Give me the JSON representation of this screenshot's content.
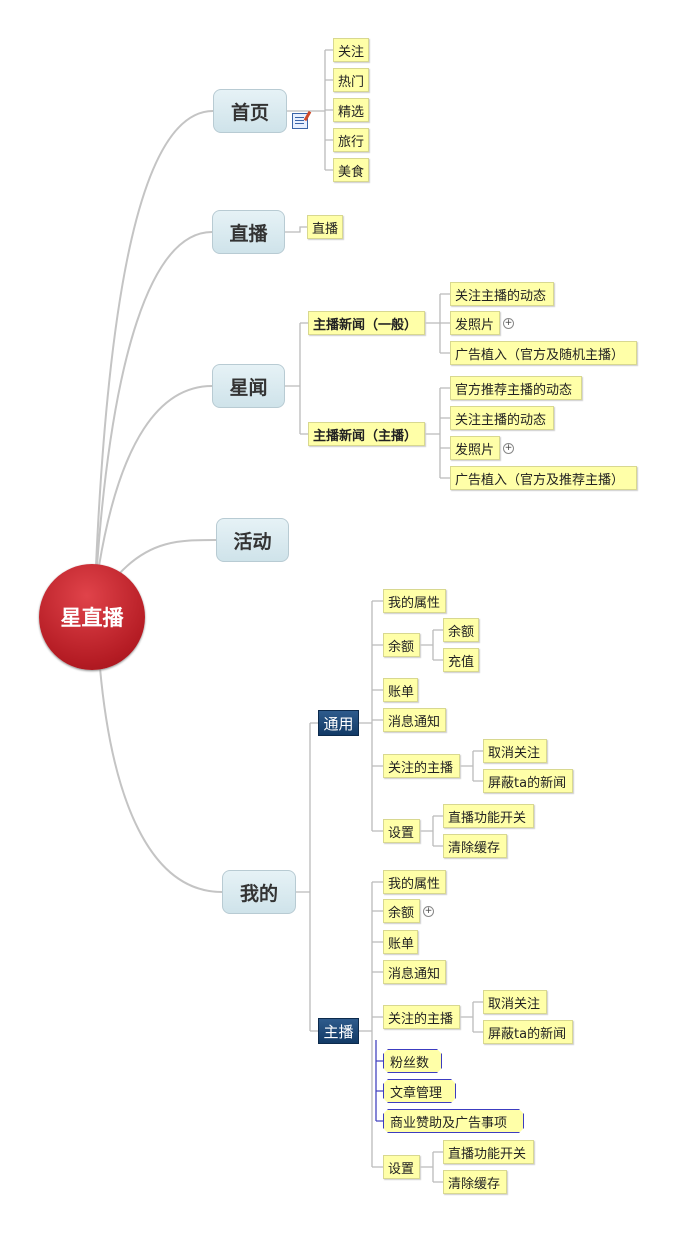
{
  "root": "星直播",
  "home": {
    "label": "首页",
    "children": [
      "关注",
      "热门",
      "精选",
      "旅行",
      "美食"
    ]
  },
  "live": {
    "label": "直播",
    "children": [
      "直播"
    ]
  },
  "news": {
    "label": "星闻",
    "general": {
      "label": "主播新闻（一般）",
      "children": [
        "关注主播的动态",
        "发照片",
        "广告植入（官方及随机主播）"
      ]
    },
    "anchor": {
      "label": "主播新闻（主播）",
      "children": [
        "官方推荐主播的动态",
        "关注主播的动态",
        "发照片",
        "广告植入（官方及推荐主播）"
      ]
    }
  },
  "activity": {
    "label": "活动"
  },
  "mine": {
    "label": "我的",
    "common": {
      "label": "通用",
      "attr": "我的属性",
      "balance": "余额",
      "balance_children": [
        "余额",
        "充值"
      ],
      "bill": "账单",
      "notice": "消息通知",
      "follow": "关注的主播",
      "follow_children": [
        "取消关注",
        "屏蔽ta的新闻"
      ],
      "settings": "设置",
      "settings_children": [
        "直播功能开关",
        "清除缓存"
      ]
    },
    "anchor": {
      "label": "主播",
      "attr": "我的属性",
      "balance": "余额",
      "bill": "账单",
      "notice": "消息通知",
      "follow": "关注的主播",
      "follow_children": [
        "取消关注",
        "屏蔽ta的新闻"
      ],
      "fans": "粉丝数",
      "articles": "文章管理",
      "business": "商业赞助及广告事项",
      "settings": "设置",
      "settings_children": [
        "直播功能开关",
        "清除缓存"
      ]
    }
  },
  "expand_symbol": "+"
}
